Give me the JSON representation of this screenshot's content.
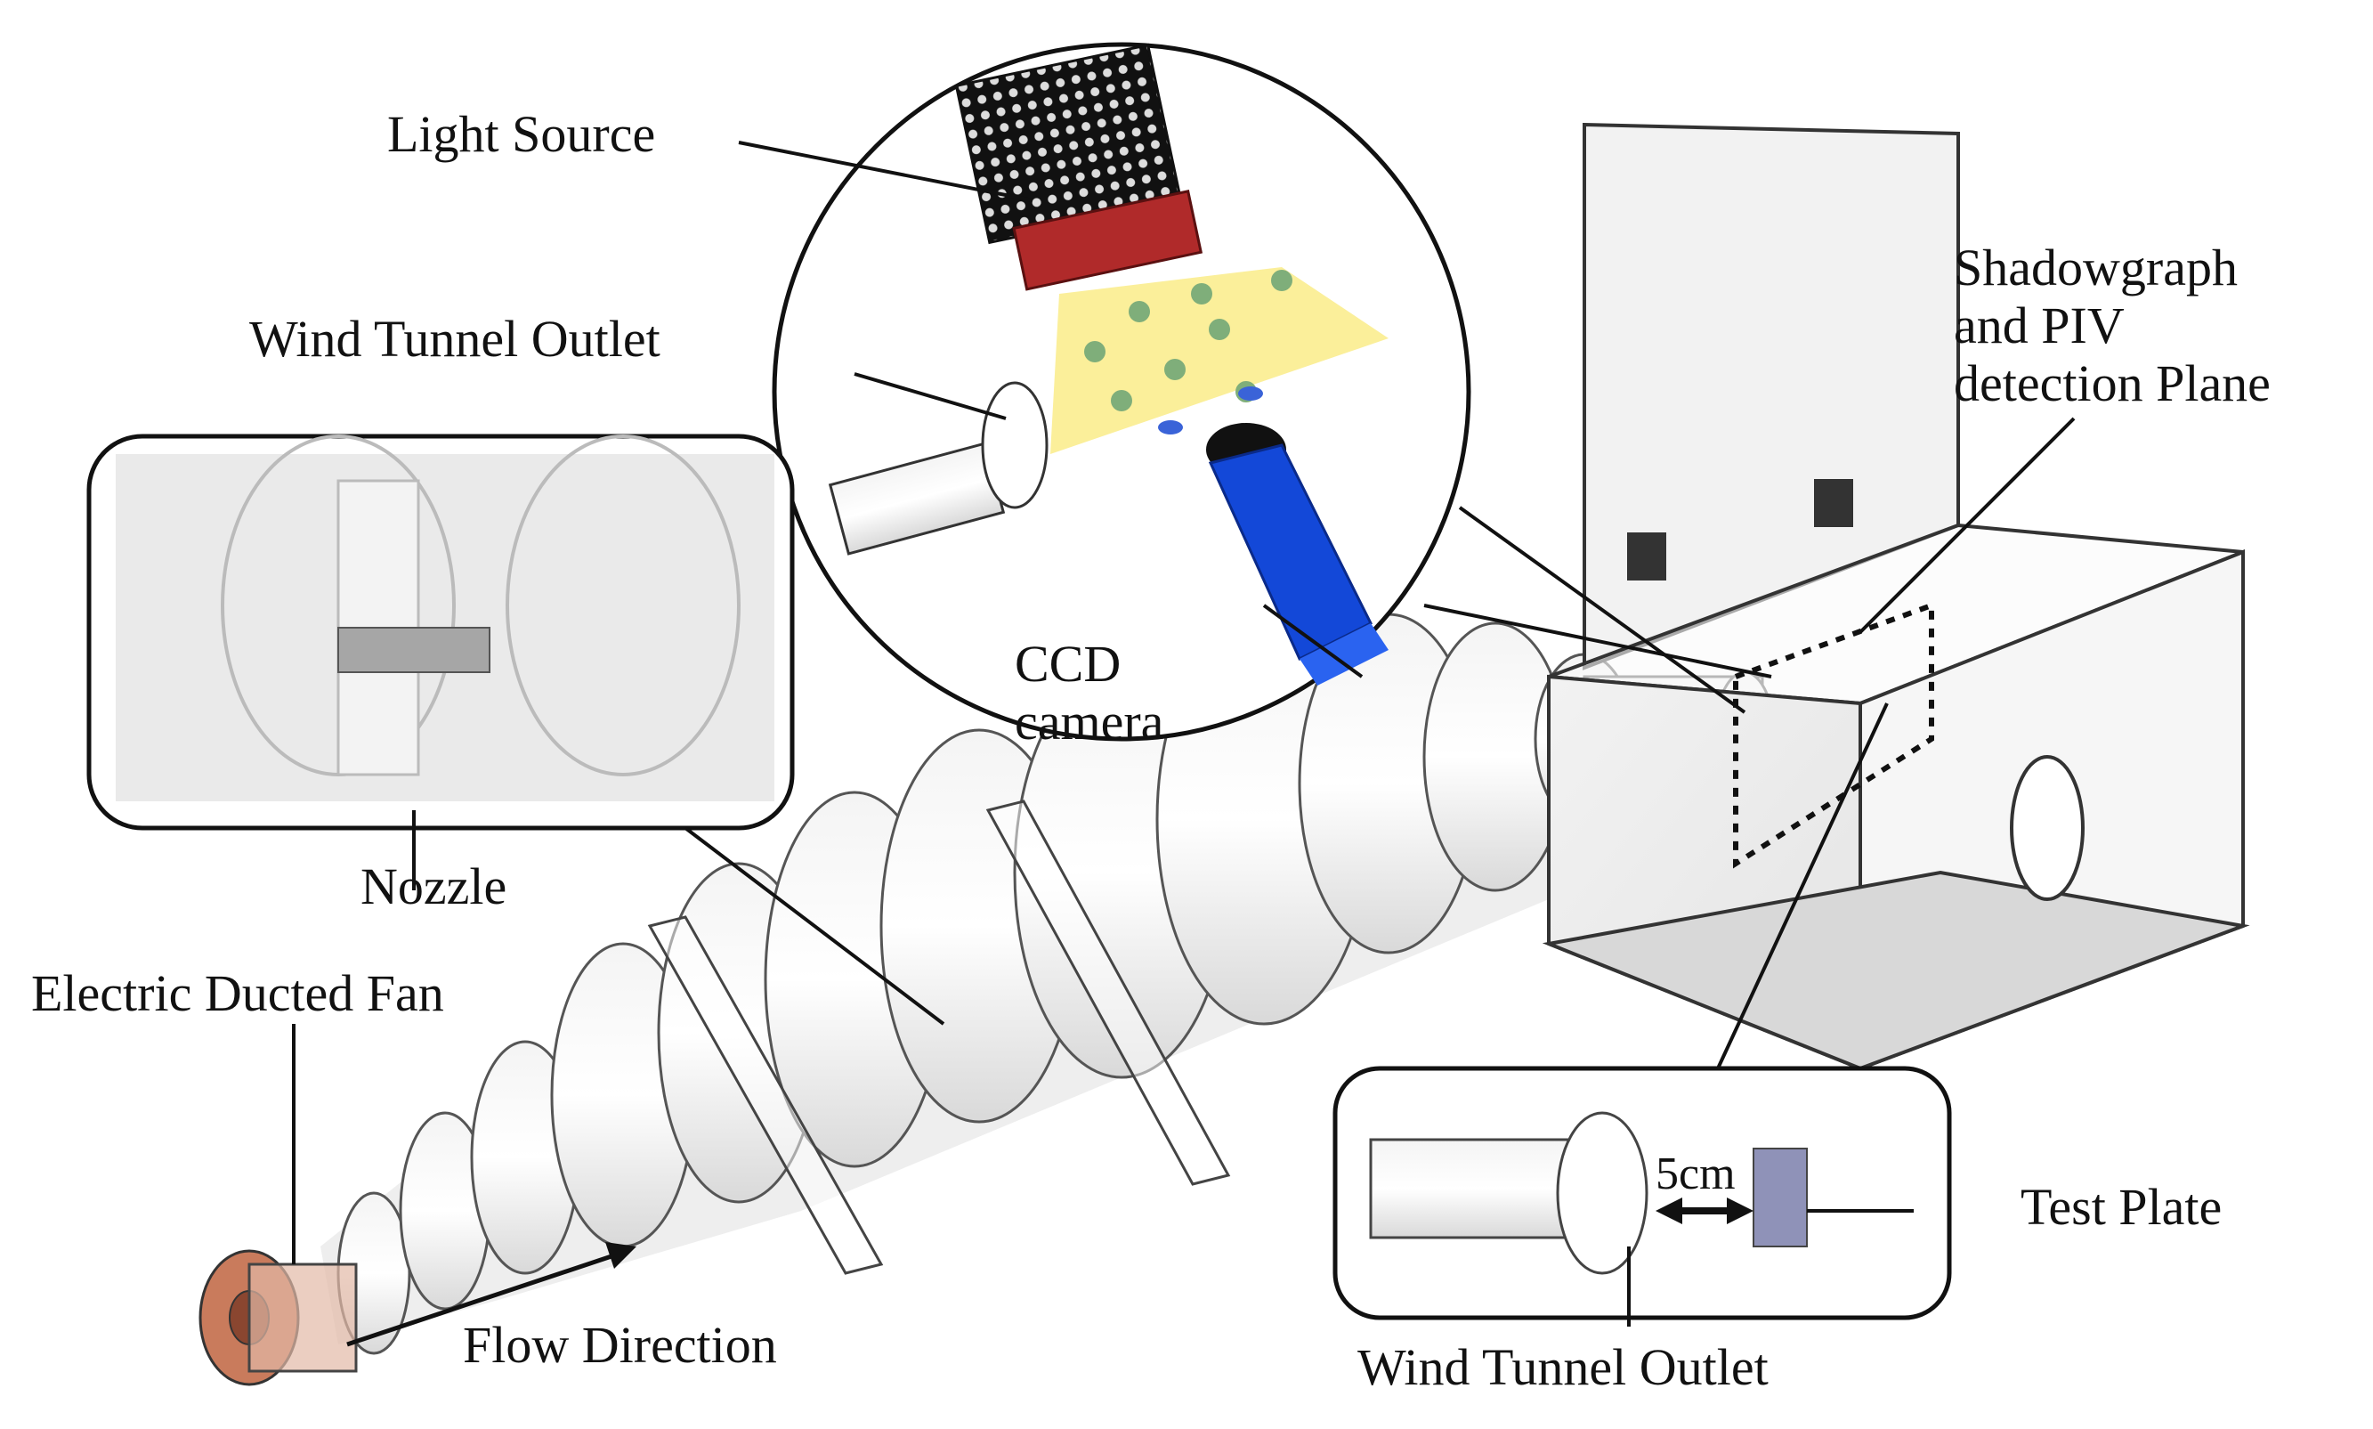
{
  "labels": {
    "light_source": "Light Source",
    "wind_tunnel_outlet_top": "Wind Tunnel Outlet",
    "shadowgraph_line1": "Shadowgraph",
    "shadowgraph_line2": "and PIV",
    "shadowgraph_line3": "detection Plane",
    "ccd_line1": "CCD",
    "ccd_line2": "camera",
    "nozzle": "Nozzle",
    "electric_ducted_fan": "Electric  Ducted Fan",
    "flow_direction": "Flow Direction",
    "distance": "5cm",
    "test_plate": "Test Plate",
    "wind_tunnel_outlet_bottom": "Wind Tunnel Outlet"
  },
  "colors": {
    "light_source_body": "#b02a2a",
    "light_sheet": "#fbef9a",
    "tracer_particles": "#7fae7a",
    "camera_body": "#1348d8",
    "test_plate": "#8f92b8",
    "fan": "#c97b5c",
    "outline": "#222222"
  }
}
